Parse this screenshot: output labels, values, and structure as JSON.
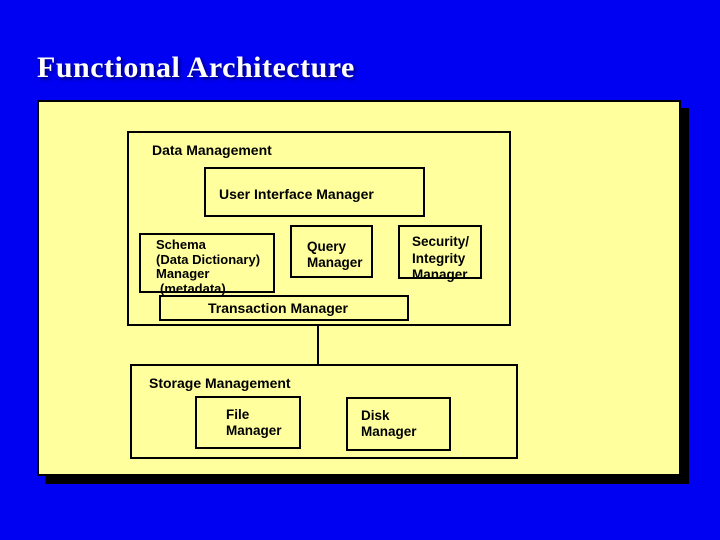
{
  "slide": {
    "title": "Functional Architecture"
  },
  "diagram": {
    "data_management": {
      "label": "Data Management",
      "user_interface_manager": {
        "label": "User Interface Manager"
      },
      "schema_manager": {
        "lines": [
          "Schema",
          "(Data Dictionary)",
          "Manager",
          "(metadata)"
        ]
      },
      "query_manager": {
        "lines": [
          "Query",
          "Manager"
        ]
      },
      "security_integrity_manager": {
        "lines": [
          "Security/",
          "Integrity",
          "Manager"
        ]
      },
      "transaction_manager": {
        "label": "Transaction Manager"
      }
    },
    "storage_management": {
      "label": "Storage Management",
      "file_manager": {
        "lines": [
          "File",
          "Manager"
        ]
      },
      "disk_manager": {
        "lines": [
          "Disk",
          "Manager"
        ]
      }
    }
  },
  "colors": {
    "background": "#0000f2",
    "panel_fill": "#ffff9e",
    "border": "#000000",
    "title_text": "#ffffff",
    "box_text": "#000000"
  }
}
